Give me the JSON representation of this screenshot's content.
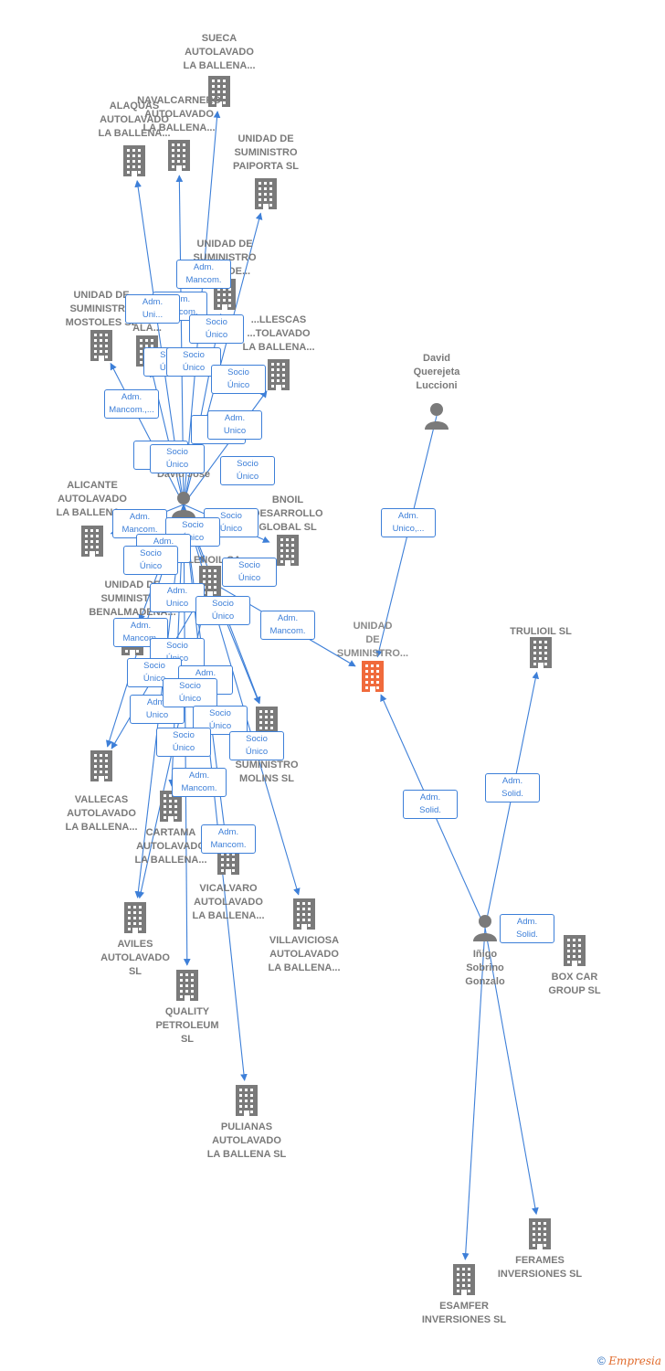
{
  "colors": {
    "edge": "#3d7fd8",
    "building": "#7a7a7a",
    "target": "#f06a3c",
    "person": "#7a7a7a"
  },
  "nodes": [
    {
      "id": "sueca",
      "type": "company",
      "label": "SUECA\nAUTOLAVADO\nLA BALLENA...",
      "icon": "building-icon"
    },
    {
      "id": "alaquas",
      "type": "company",
      "label": "ALAQUAS\nAUTOLAVADO\nLA BALLENA...",
      "icon": "building-icon"
    },
    {
      "id": "navalcarnero",
      "type": "company",
      "label": "NAVALCARNERO\nAUTOLAVADO\nLA BALLENA...",
      "icon": "building-icon"
    },
    {
      "id": "paiporta",
      "type": "company",
      "label": "UNIDAD DE\nSUMINISTRO\nPAIPORTA  SL",
      "icon": "building-icon"
    },
    {
      "id": "unidad_verde",
      "type": "company",
      "label": "UNIDAD DE\nSUMINISTRO\n...VERDE...",
      "icon": "building-icon"
    },
    {
      "id": "mostoles",
      "type": "company",
      "label": "UNIDAD DE\nSUMINISTRO\nMOSTOLES  SL",
      "icon": "building-icon"
    },
    {
      "id": "unidad_ala",
      "type": "company",
      "label": "UNIDAD\nSUM...\nALA...",
      "icon": "building-icon"
    },
    {
      "id": "vallescas_top",
      "type": "company",
      "label": "...LLESCAS\n...TOLAVADO\nLA BALLENA...",
      "icon": "building-icon"
    },
    {
      "id": "alicante",
      "type": "company",
      "label": "ALICANTE\nAUTOLAVADO\nLA BALLENA...",
      "icon": "building-icon"
    },
    {
      "id": "bnoil",
      "type": "company",
      "label": "BNOIL\nDESARROLLO\nGLOBAL  SL",
      "icon": "building-icon"
    },
    {
      "id": "lenoil",
      "type": "company",
      "label": "...LENOIL SA",
      "icon": "building-icon"
    },
    {
      "id": "benalmadena",
      "type": "company",
      "label": "UNIDAD DE\nSUMINISTRO\nBENALMADENA...",
      "icon": "building-icon"
    },
    {
      "id": "molins",
      "type": "company",
      "label": "...DE\nSUMINISTRO\nMOLINS SL",
      "icon": "building-icon"
    },
    {
      "id": "vallecas",
      "type": "company",
      "label": "VALLECAS\nAUTOLAVADO\nLA BALLENA...",
      "icon": "building-icon"
    },
    {
      "id": "cartama",
      "type": "company",
      "label": "CARTAMA\nAUTOLAVADO\nLA BALLENA...",
      "icon": "building-icon"
    },
    {
      "id": "vicalvaro",
      "type": "company",
      "label": "VICALVARO\nAUTOLAVADO\nLA BALLENA...",
      "icon": "building-icon"
    },
    {
      "id": "villaviciosa",
      "type": "company",
      "label": "VILLAVICIOSA\nAUTOLAVADO\nLA BALLENA...",
      "icon": "building-icon"
    },
    {
      "id": "aviles",
      "type": "company",
      "label": "AVILES\nAUTOLAVADO\nSL",
      "icon": "building-icon"
    },
    {
      "id": "quality",
      "type": "company",
      "label": "QUALITY\nPETROLEUM\nSL",
      "icon": "building-icon"
    },
    {
      "id": "pulianas",
      "type": "company",
      "label": "PULIANAS\nAUTOLAVADO\nLA BALLENA SL",
      "icon": "building-icon"
    },
    {
      "id": "david_jose",
      "type": "person",
      "label": "David Jose",
      "icon": "person-icon"
    },
    {
      "id": "david_querejeta",
      "type": "person",
      "label": "David\nQuerejeta\nLuccioni",
      "icon": "person-icon"
    },
    {
      "id": "target",
      "type": "target",
      "label": "UNIDAD\nDE\nSUMINISTRO...",
      "icon": "building-icon"
    },
    {
      "id": "trulioil",
      "type": "company",
      "label": "TRULIOIL  SL",
      "icon": "building-icon"
    },
    {
      "id": "inigo",
      "type": "person",
      "label": "Iñigo\nSobrino\nGonzalo",
      "icon": "person-icon"
    },
    {
      "id": "boxcar",
      "type": "company",
      "label": "BOX CAR\nGROUP  SL",
      "icon": "building-icon"
    },
    {
      "id": "ferames",
      "type": "company",
      "label": "FERAMES\nINVERSIONES SL",
      "icon": "building-icon"
    },
    {
      "id": "esamfer",
      "type": "company",
      "label": "ESAMFER\nINVERSIONES SL",
      "icon": "building-icon"
    }
  ],
  "edge_labels": [
    "Adm.\nMancom.",
    "Adm.\nMancom.",
    "Adm.\nUni...",
    "Socio\nÚnico",
    "Socio\nÚnico",
    "Socio\nÚnico",
    "Socio\nÚnico",
    "Adm.\nMancom.,...",
    "Socio\nÚnico",
    "Adm.\nUnico",
    "Socio\nÚnico",
    "Socio\nÚnico",
    "Socio\nÚnico",
    "Socio\nÚnico",
    "Adm.\nMancom.",
    "Socio\nÚnico",
    "Adm.\nUnico",
    "Socio\nÚnico",
    "Socio\nÚnico",
    "Adm.\nUnico",
    "Socio\nÚnico",
    "Adm.\nMancom.",
    "Adm.\nMancom.",
    "Socio\nÚnico",
    "Socio\nÚnico",
    "Adm.\nUnico",
    "Adm.\nUnico",
    "Socio\nÚnico",
    "Socio\nÚnico",
    "Socio\nÚnico",
    "Socio\nÚnico",
    "Adm.\nMancom.",
    "Adm.\nMancom.",
    "Adm.\nUnico,...",
    "Adm.\nSolid.",
    "Adm.\nSolid.",
    "Adm.\nSolid."
  ],
  "footer": {
    "copyright": "©",
    "brand": "Empresia"
  }
}
